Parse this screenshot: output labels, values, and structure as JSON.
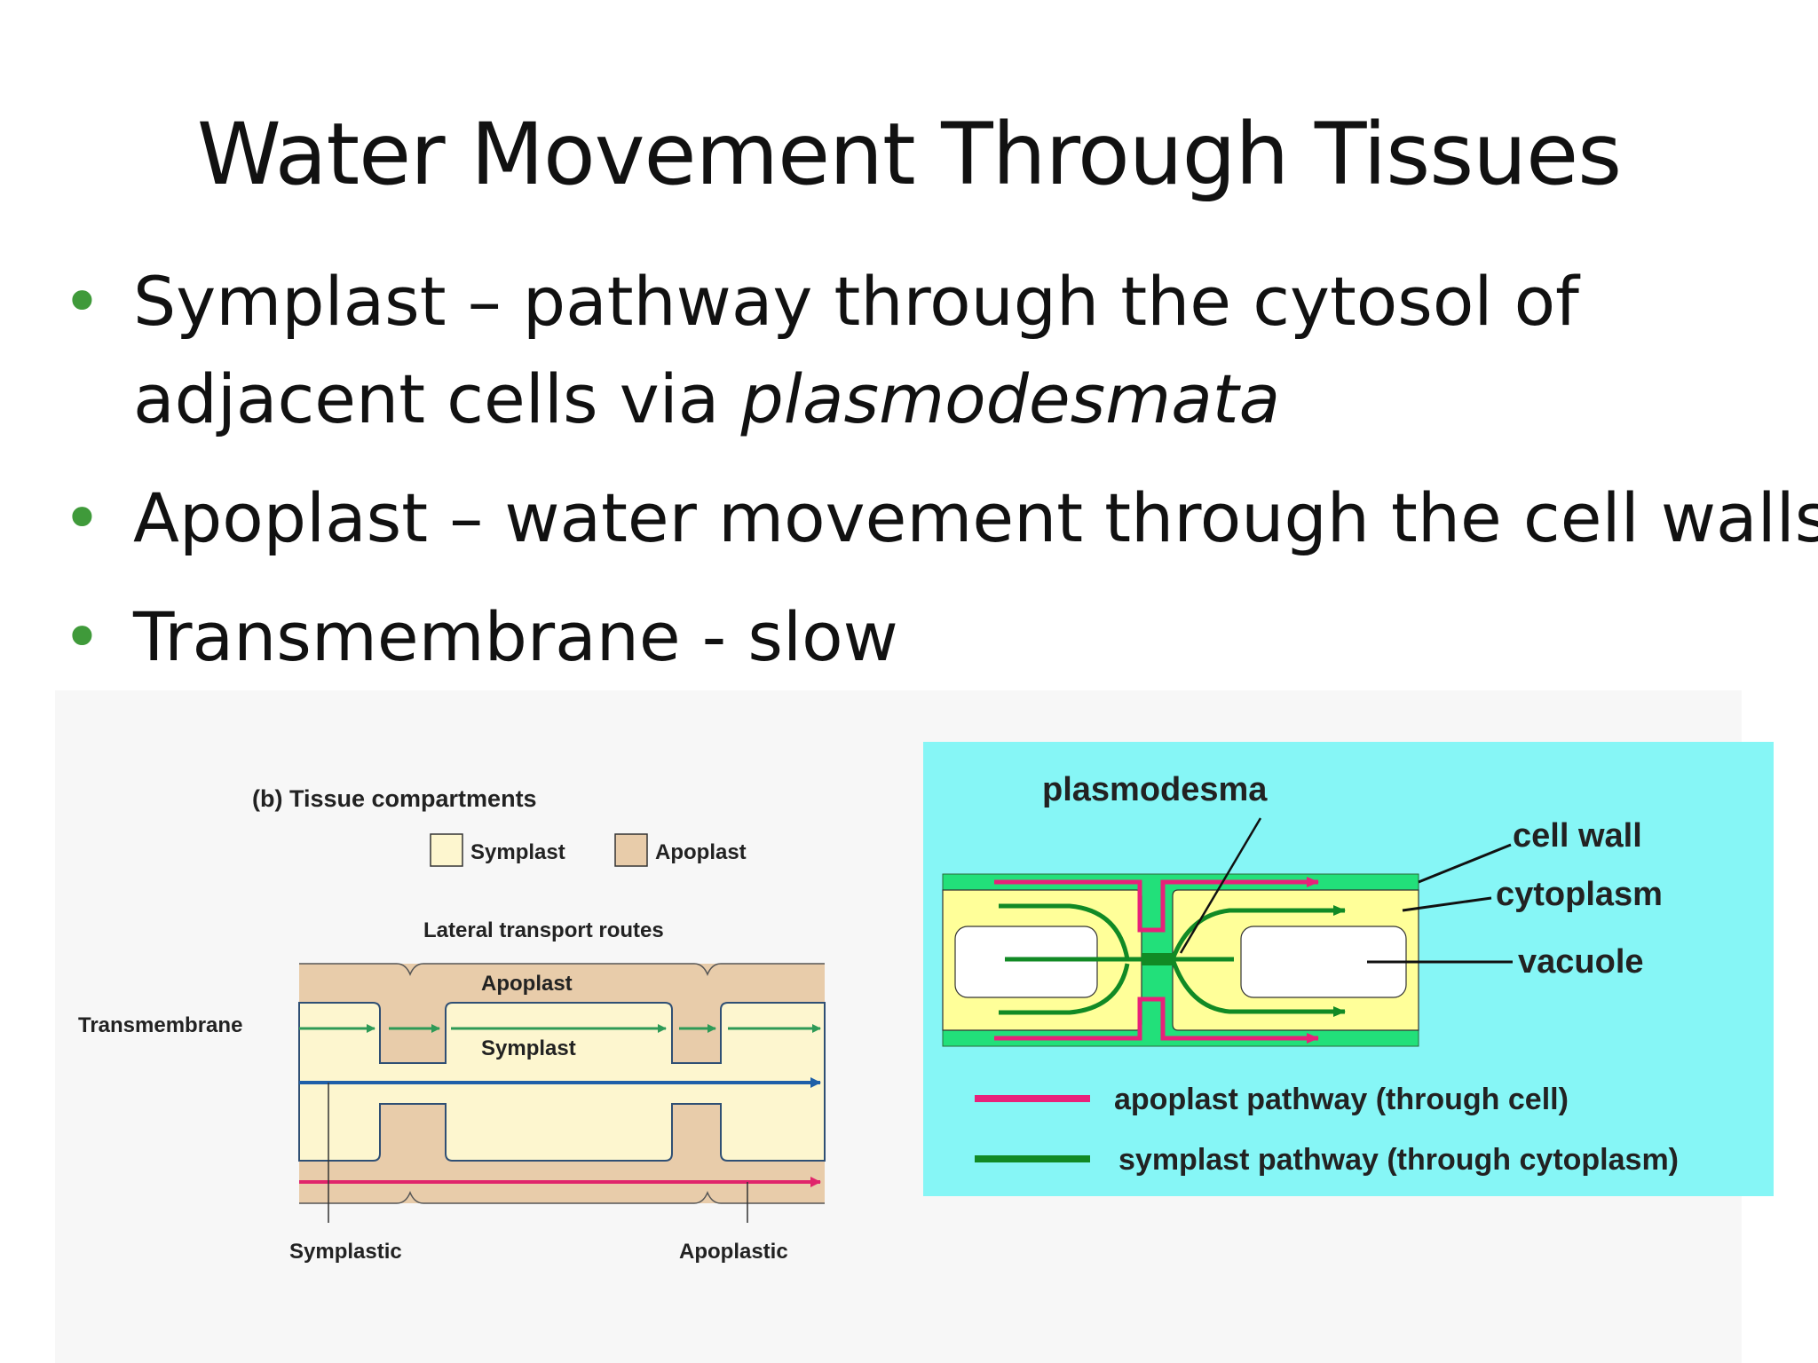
{
  "slide": {
    "title": "Water Movement Through Tissues",
    "bullets": [
      {
        "lead": "Symplast – pathway through the cytosol of",
        "line2_plain": "adjacent cells via ",
        "line2_italic": "plasmodesmata"
      },
      {
        "lead": "Apoplast – water movement through the cell walls"
      },
      {
        "lead": "Transmembrane - slow"
      }
    ]
  },
  "tissue_diagram": {
    "heading": "(b) Tissue  compartments",
    "legend": {
      "symplast": "Symplast",
      "apoplast": "Apoplast"
    },
    "routes_title": "Lateral transport routes",
    "labels": {
      "apoplast": "Apoplast",
      "symplast": "Symplast",
      "transmembrane": "Transmembrane",
      "symplastic": "Symplastic",
      "apoplastic": "Apoplastic"
    },
    "colors": {
      "symplast_fill": "#fdf6cf",
      "apoplast_fill": "#e8ccaa",
      "transmembrane_arrow": "#2e9a57",
      "symplastic_arrow": "#1f5fa8",
      "apoplastic_arrow": "#e0256b"
    }
  },
  "cell_diagram": {
    "labels": {
      "plasmodesma": "plasmodesma",
      "cell_wall": "cell wall",
      "cytoplasm": "cytoplasm",
      "vacuole": "vacuole"
    },
    "legend": [
      {
        "name": "apoplast pathway (through cell)",
        "color": "#e8217a"
      },
      {
        "name": "symplast pathway (through cytoplasm)",
        "color": "#118a25"
      }
    ],
    "colors": {
      "background": "#86f6f6",
      "cell_wall": "#22e07a",
      "cytoplasm": "#ffff99",
      "vacuole": "#ffffff"
    }
  }
}
